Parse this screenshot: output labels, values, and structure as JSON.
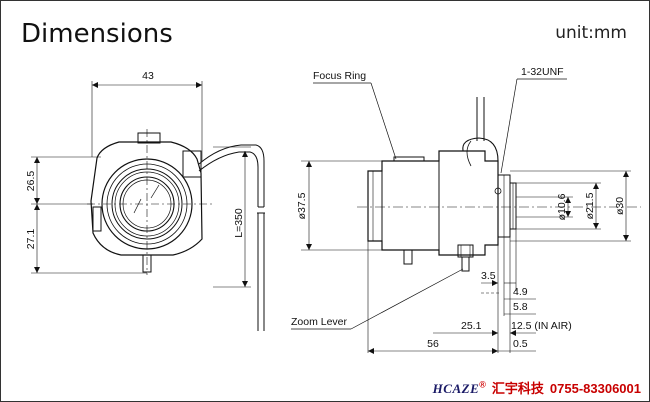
{
  "header": {
    "title": "Dimensions",
    "unit": "unit:mm"
  },
  "front_view": {
    "dims": {
      "width": "43",
      "upper": "26.5",
      "lower": "27.1",
      "cable": "L=350"
    }
  },
  "side_view": {
    "labels": {
      "focus_ring": "Focus Ring",
      "thread": "1-32UNF",
      "zoom_lever": "Zoom Lever"
    },
    "dims": {
      "body_dia": "ø37.5",
      "d106": "ø10.6",
      "d215": "ø21.5",
      "d30": "ø30",
      "d35": "3.5",
      "d49": "4.9",
      "d58": "5.8",
      "d251": "25.1",
      "d125": "12.5 (IN AIR)",
      "d56": "56",
      "d05": "0.5"
    }
  },
  "footer": {
    "logo": "HCAZE",
    "logo_mark": "®",
    "company": "汇宇科技",
    "phone": "0755-83306001",
    "colors": {
      "brand_red": "#c80000",
      "logo_blue": "#1a1a66"
    }
  }
}
